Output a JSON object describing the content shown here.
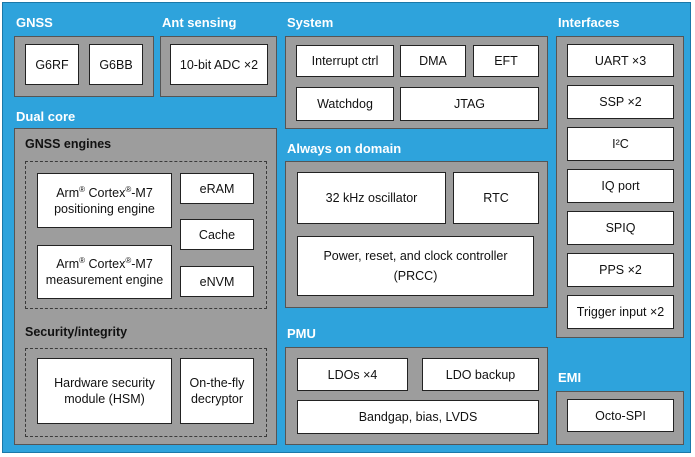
{
  "colors": {
    "frame": "#2ea3dc",
    "section": "#9d9d9d",
    "block": "#ffffff",
    "title_text": "#ffffff"
  },
  "gnss": {
    "title": "GNSS",
    "g6rf": "G6RF",
    "g6bb": "G6BB"
  },
  "ant": {
    "title": "Ant sensing",
    "adc": "10-bit ADC ×2"
  },
  "system": {
    "title": "System",
    "interrupt": "Interrupt ctrl",
    "dma": "DMA",
    "eft": "EFT",
    "watchdog": "Watchdog",
    "jtag": "JTAG"
  },
  "interfaces": {
    "title": "Interfaces",
    "items": [
      "UART ×3",
      "SSP ×2",
      "I²C",
      "IQ port",
      "SPIQ",
      "PPS ×2",
      "Trigger input ×2"
    ]
  },
  "dual_core": {
    "title": "Dual core",
    "engines_title": "GNSS engines",
    "pos_engine": {
      "brand": "Arm",
      "reg": "®",
      "core": " Cortex",
      "reg2": "®",
      "model": "-M7",
      "role": "positioning engine"
    },
    "meas_engine": {
      "brand": "Arm",
      "reg": "®",
      "core": " Cortex",
      "reg2": "®",
      "model": "-M7",
      "role": "measurement engine"
    },
    "eram": "eRAM",
    "cache": "Cache",
    "envm": "eNVM",
    "security_title": "Security/integrity",
    "hsm_line1": "Hardware security",
    "hsm_line2": "module (HSM)",
    "otf_line1": "On-the-fly",
    "otf_line2": "decryptor"
  },
  "always_on": {
    "title": "Always on domain",
    "osc": "32 kHz oscillator",
    "rtc": "RTC",
    "prcc_line1": "Power, reset, and clock controller",
    "prcc_line2": "(PRCC)"
  },
  "pmu": {
    "title": "PMU",
    "ldos": "LDOs ×4",
    "ldo_backup": "LDO backup",
    "bandgap": "Bandgap, bias, LVDS"
  },
  "emi": {
    "title": "EMI",
    "octo_spi": "Octo-SPI"
  }
}
